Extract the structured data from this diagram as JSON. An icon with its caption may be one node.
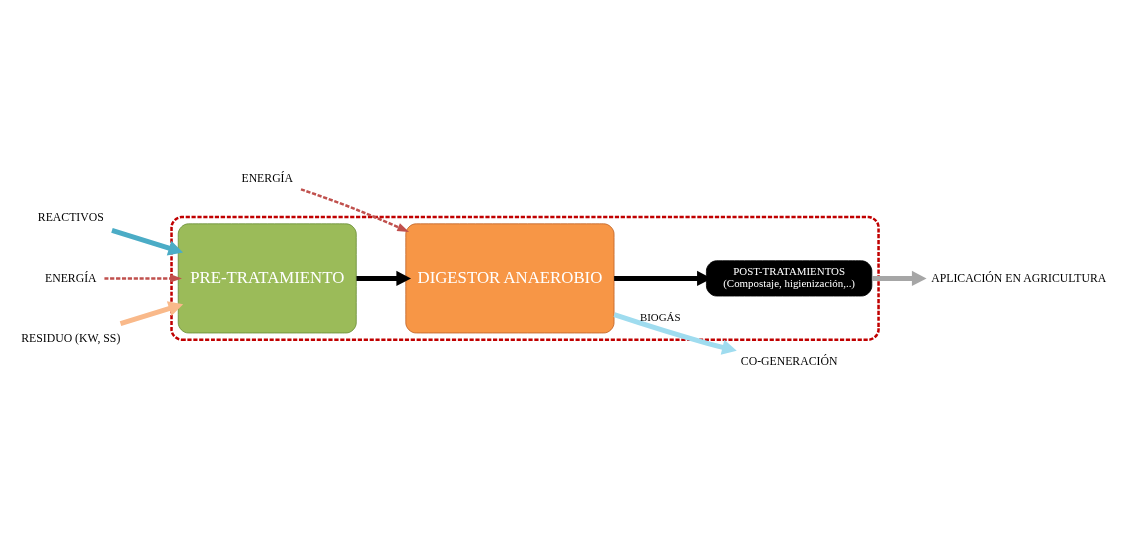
{
  "diagram": {
    "nodes": [
      {
        "text": [],
        "shape": "box"
      },
      {
        "text": [
          "REACTIVOS"
        ]
      },
      {
        "text": [
          "ENERGÍA"
        ]
      },
      {
        "text": [
          "ENERGÍA"
        ]
      },
      {
        "text": [
          "RESIDUO (KW, SS)"
        ]
      },
      {
        "text": [
          "PRE-TRATAMIENTO"
        ],
        "in": 0
      },
      {
        "text": [
          "DIGESTOR ANAEROBIO"
        ],
        "in": 0
      },
      {
        "text": [
          "CO-GENERACIÓN"
        ]
      },
      {
        "text": [
          "POST-TRATAMIENTOS",
          "(Compostaje, higienización,..)"
        ],
        "in": 0
      },
      {
        "text": [
          "APLICACIÓN EN AGRICULTURA"
        ]
      }
    ],
    "edges": [
      {
        "from": 1,
        "to": 5,
        "arrow": "to",
        "color": "#4bacc6"
      },
      {
        "from": 2,
        "to": 5,
        "arrow": "to",
        "style": "dashed",
        "color": "#c0504d"
      },
      {
        "from": 3,
        "to": 6,
        "arrow": "to",
        "style": "dashed",
        "color": "#c0504d"
      },
      {
        "from": 4,
        "to": 5,
        "arrow": "to",
        "color": "#f9b98a"
      },
      {
        "from": 5,
        "to": 6,
        "arrow": "to",
        "color": "#000000"
      },
      {
        "from": 6,
        "to": 7,
        "arrow": "to",
        "label": "BIOGÁS",
        "color": "#9fdcef"
      },
      {
        "from": 6,
        "to": 8,
        "arrow": "to",
        "color": "#000000"
      },
      {
        "from": 8,
        "to": 9,
        "arrow": "to",
        "color": "#a6a6a6"
      }
    ]
  }
}
